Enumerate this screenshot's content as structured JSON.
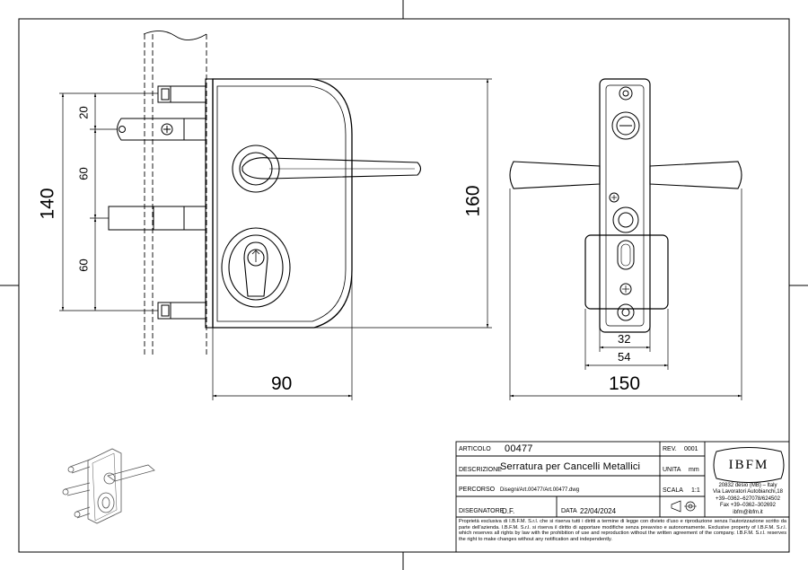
{
  "dimensions": {
    "d20": "20",
    "d60_top": "60",
    "d60_bottom": "60",
    "d140": "140",
    "d160": "160",
    "d90": "90",
    "d32": "32",
    "d54": "54",
    "d150": "150"
  },
  "title_block": {
    "articolo_label": "ARTICOLO",
    "articolo_value": "00477",
    "rev_label": "REV.",
    "rev_value": "0001",
    "descrizione_label": "DESCRIZIONE",
    "descrizione_value": "Serratura per Cancelli Metallici",
    "unita_label": "UNITA",
    "unita_value": "mm",
    "percorso_label": "PERCORSO",
    "percorso_value": "Disegni/Art.00477/Art.00477.dwg",
    "scala_label": "SCALA",
    "scala_value": "1:1",
    "disegnatore_label": "DISEGNATORE",
    "disegnatore_value": "D.F.",
    "data_label": "DATA",
    "data_value": "22/04/2024"
  },
  "company": {
    "logo": "IBFM",
    "address_lines": [
      "20832 desio (MB) – Italy",
      "Via Lavoratori Autobianchi,18",
      "+39–0362–627078/624502",
      "Fax +39–0362–302692",
      "ibfm@ibfm.it"
    ]
  },
  "notice": "Proprietà esclusiva di I.B.F.M. S.r.l. che si riserva tutti i diritti a termine di legge con divieto d'uso e riproduzione senza l'autorizzazione scritto da parte dell'azienda. I.B.F.M. S.r.l. si riserva il diritto di apportare modifiche senza preavviso e autonomamente. Exclusive property of I.B.F.M. S.r.l. which reserves all rights by law with the prohibition of use and reproduction without the written agreement of the company. I.B.F.M. S.r.l. reserves the right to make changes without any notification and independently."
}
